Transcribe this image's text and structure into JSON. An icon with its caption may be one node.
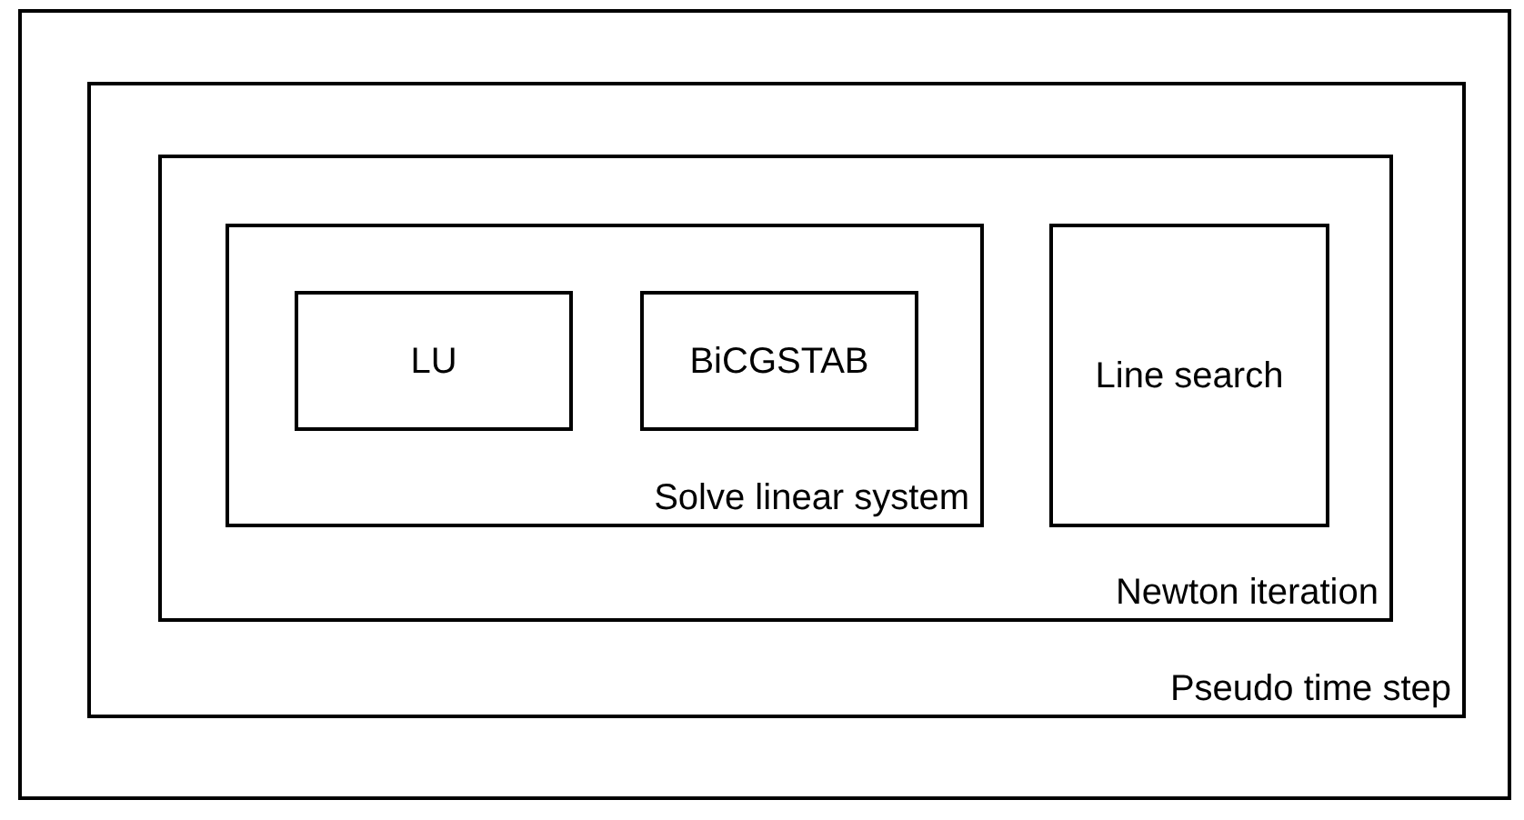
{
  "diagram": {
    "nodes": [
      {
        "text": [],
        "shape": "box"
      },
      {
        "text": [
          "Pseudo time step"
        ],
        "in": 0
      },
      {
        "text": [
          "Newton iteration"
        ],
        "in": 1
      },
      {
        "text": [
          "Solve linear system"
        ],
        "in": 2
      },
      {
        "text": [
          "LU"
        ],
        "in": 3
      },
      {
        "text": [
          "BiCGSTAB"
        ],
        "in": 3
      },
      {
        "text": [
          "Line search"
        ],
        "in": 2
      }
    ]
  }
}
